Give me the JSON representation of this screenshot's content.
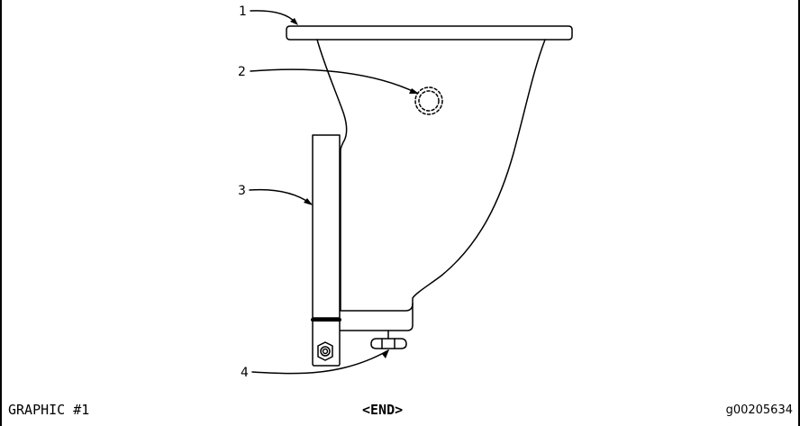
{
  "callouts": [
    {
      "label": "1",
      "part": "mounting-flange"
    },
    {
      "label": "2",
      "part": "plug"
    },
    {
      "label": "3",
      "part": "sight-gauge"
    },
    {
      "label": "4",
      "part": "drain-fitting"
    }
  ],
  "footer": {
    "graphic_label": "GRAPHIC #1",
    "end_label": "<END>",
    "image_id": "g00205634"
  }
}
